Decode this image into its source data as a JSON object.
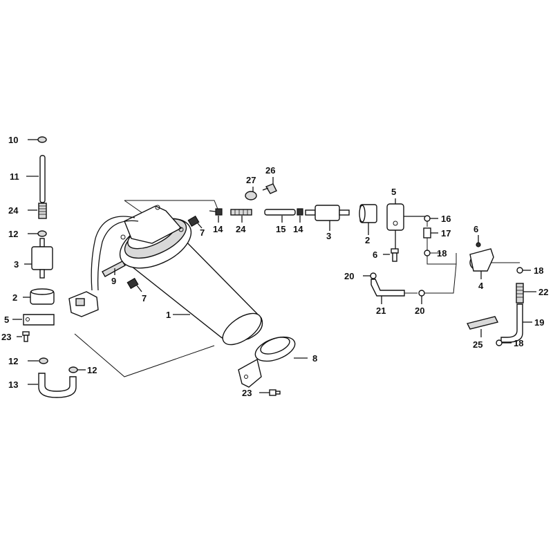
{
  "callouts": [
    {
      "id": "c10",
      "text": "10"
    },
    {
      "id": "c11",
      "text": "11"
    },
    {
      "id": "c24a",
      "text": "24"
    },
    {
      "id": "c12a",
      "text": "12"
    },
    {
      "id": "c3a",
      "text": "3"
    },
    {
      "id": "c2a",
      "text": "2"
    },
    {
      "id": "c5a",
      "text": "5"
    },
    {
      "id": "c23a",
      "text": "23"
    },
    {
      "id": "c12b",
      "text": "12"
    },
    {
      "id": "c12c",
      "text": "12"
    },
    {
      "id": "c13",
      "text": "13"
    },
    {
      "id": "c27",
      "text": "27"
    },
    {
      "id": "c26",
      "text": "26"
    },
    {
      "id": "c14a",
      "text": "14"
    },
    {
      "id": "c24b",
      "text": "24"
    },
    {
      "id": "c15",
      "text": "15"
    },
    {
      "id": "c14b",
      "text": "14"
    },
    {
      "id": "c7a",
      "text": "7"
    },
    {
      "id": "c9",
      "text": "9"
    },
    {
      "id": "c7b",
      "text": "7"
    },
    {
      "id": "c1",
      "text": "1"
    },
    {
      "id": "c8",
      "text": "8"
    },
    {
      "id": "c23b",
      "text": "23"
    },
    {
      "id": "c3b",
      "text": "3"
    },
    {
      "id": "c2b",
      "text": "2"
    },
    {
      "id": "c5b",
      "text": "5"
    },
    {
      "id": "c6a",
      "text": "6"
    },
    {
      "id": "c16",
      "text": "16"
    },
    {
      "id": "c17",
      "text": "17"
    },
    {
      "id": "c18a",
      "text": "18"
    },
    {
      "id": "c6b",
      "text": "6"
    },
    {
      "id": "c4",
      "text": "4"
    },
    {
      "id": "c20a",
      "text": "20"
    },
    {
      "id": "c21",
      "text": "21"
    },
    {
      "id": "c20b",
      "text": "20"
    },
    {
      "id": "c18b",
      "text": "18"
    },
    {
      "id": "c22",
      "text": "22"
    },
    {
      "id": "c19",
      "text": "19"
    },
    {
      "id": "c25",
      "text": "25"
    },
    {
      "id": "c18c",
      "text": "18"
    }
  ]
}
